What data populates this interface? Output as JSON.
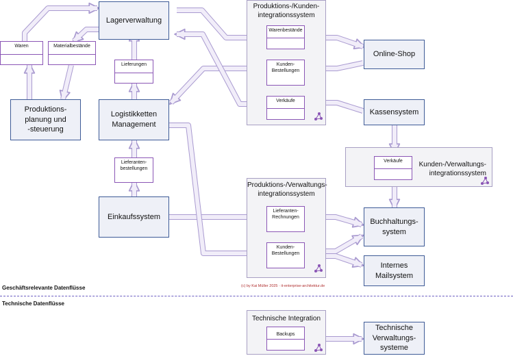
{
  "systems": {
    "lager": "Lagerverwaltung",
    "produktion": "Produktions-\nplanung und\n-steuerung",
    "logistik": "Logistikketten\nManagement",
    "einkauf": "Einkaufssystem",
    "onlineshop": "Online-Shop",
    "kasse": "Kassensystem",
    "buchhaltung": "Buchhaltungs-\nsystem",
    "mail": "Internes\nMailsystem",
    "tech_verwaltung": "Technische\nVerwaltungs-\nsysteme"
  },
  "groups": {
    "prod_kunden": "Produktions-/Kunden-\nintegrationssystem",
    "kunden_verwaltung": "Kunden-/Verwaltungs-\nintegrationssystem",
    "prod_verwaltung": "Produktions-/Verwaltungs-\nintegrationssystem",
    "technische": "Technische Integration"
  },
  "flows": {
    "waren": "Waren",
    "materialbestaende": "Materialbestände",
    "lieferungen": "Lieferungen",
    "lieferantenbestellungen": "Lieferanten-\nbestellungen",
    "warenbestaende": "Warenbestände",
    "kunden_bestellungen_1": "Kunden-\nBestellungen",
    "verkaeufe_1": "Verkäufe",
    "verkaeufe_2": "Verkäufe",
    "lieferanten_rechnungen": "Lieferanten-\nRechnungen",
    "kunden_bestellungen_2": "Kunden-\nBestellungen",
    "backups": "Backups"
  },
  "legend": {
    "business": "Geschäftsrelevante Datenflüsse",
    "technical": "Technische Datenflüsse"
  },
  "copyright": "(c) by Kai Müller 2025 · it-enterprise-architektur.de",
  "colors": {
    "system_border": "#3d5a96",
    "system_fill": "#eef0f7",
    "flow_border": "#8a55b5",
    "arrow_fill": "#f1edf9",
    "arrow_stroke": "#a99ad0",
    "separator": "#6a5cc0"
  }
}
